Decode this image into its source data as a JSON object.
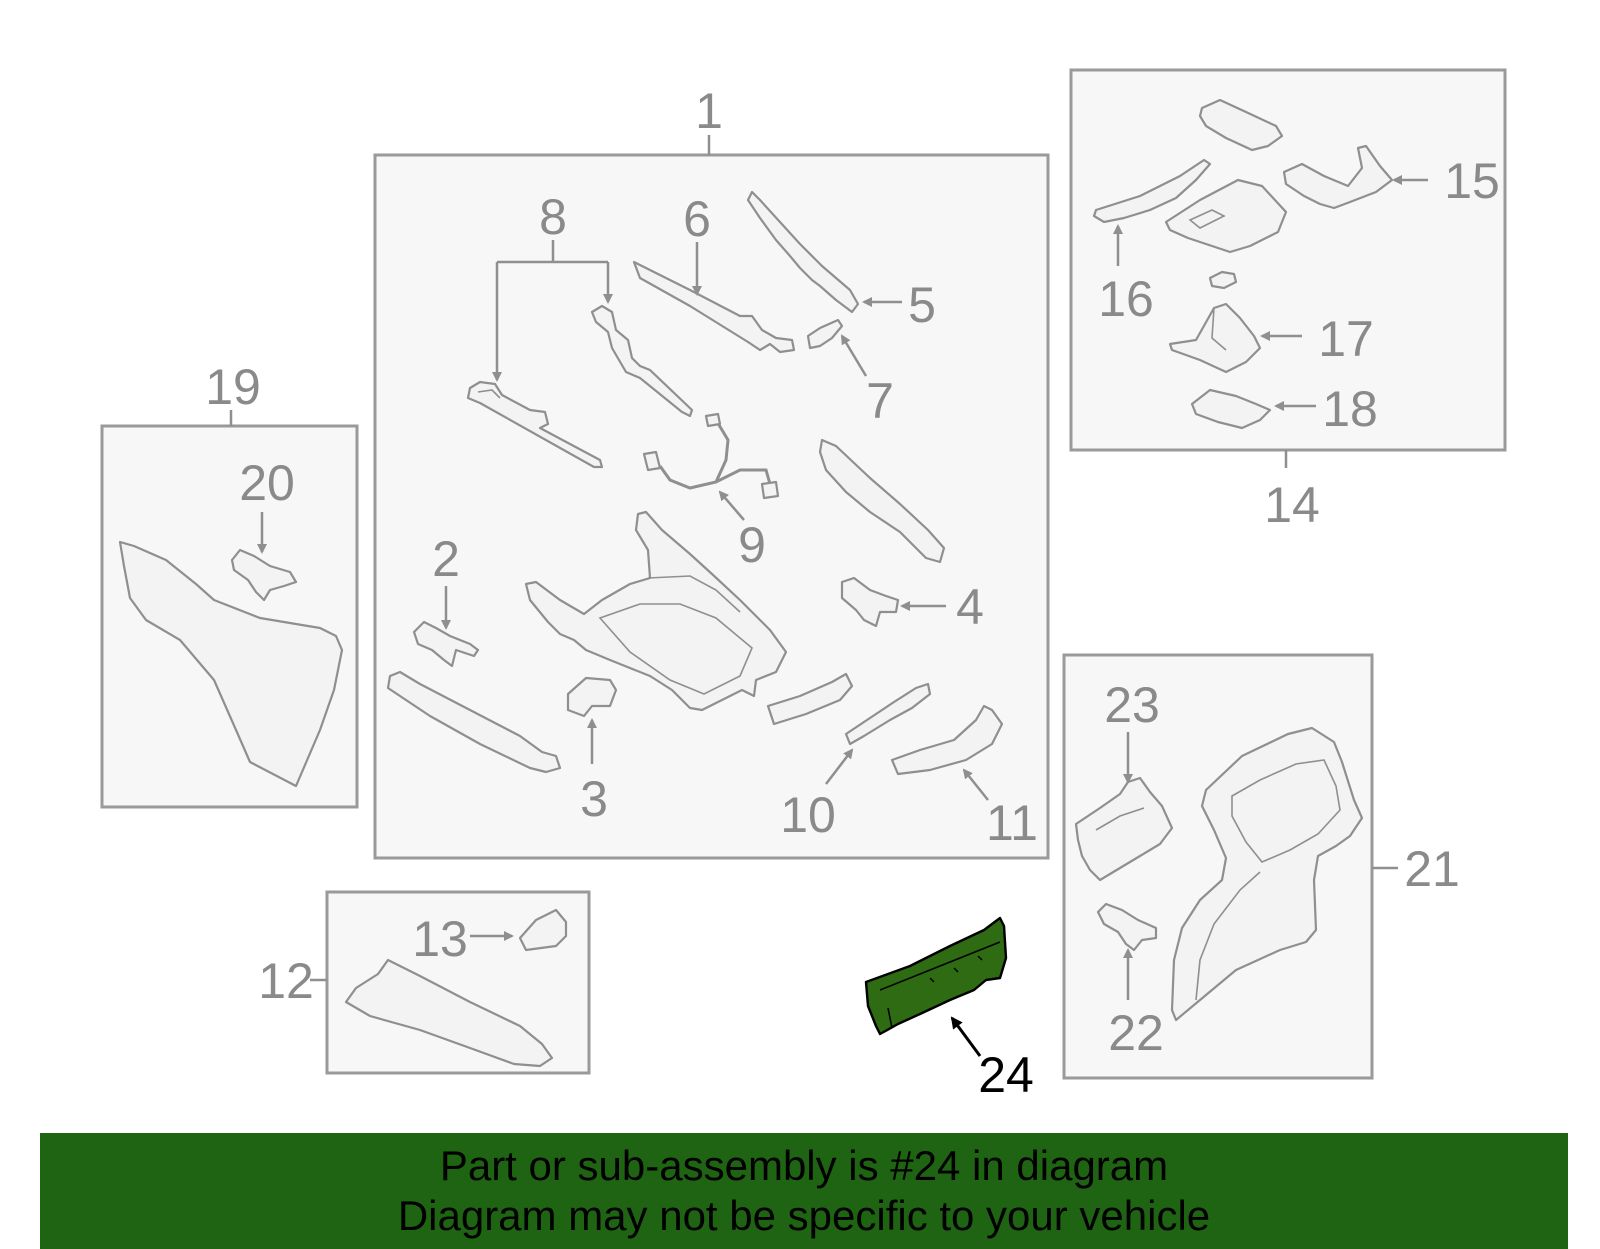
{
  "callouts": {
    "c1": "1",
    "c2": "2",
    "c3": "3",
    "c4": "4",
    "c5": "5",
    "c6": "6",
    "c7": "7",
    "c8": "8",
    "c9": "9",
    "c10": "10",
    "c11": "11",
    "c12": "12",
    "c13": "13",
    "c14": "14",
    "c15": "15",
    "c16": "16",
    "c17": "17",
    "c18": "18",
    "c19": "19",
    "c20": "20",
    "c21": "21",
    "c22": "22",
    "c23": "23",
    "c24": "24"
  },
  "highlight": {
    "part_number": "24",
    "color": "#2e6b12"
  },
  "banner": {
    "line1": "Part or sub-assembly is #24 in diagram",
    "line2": "Diagram may not be specific to your vehicle",
    "color": "#1f6412"
  }
}
